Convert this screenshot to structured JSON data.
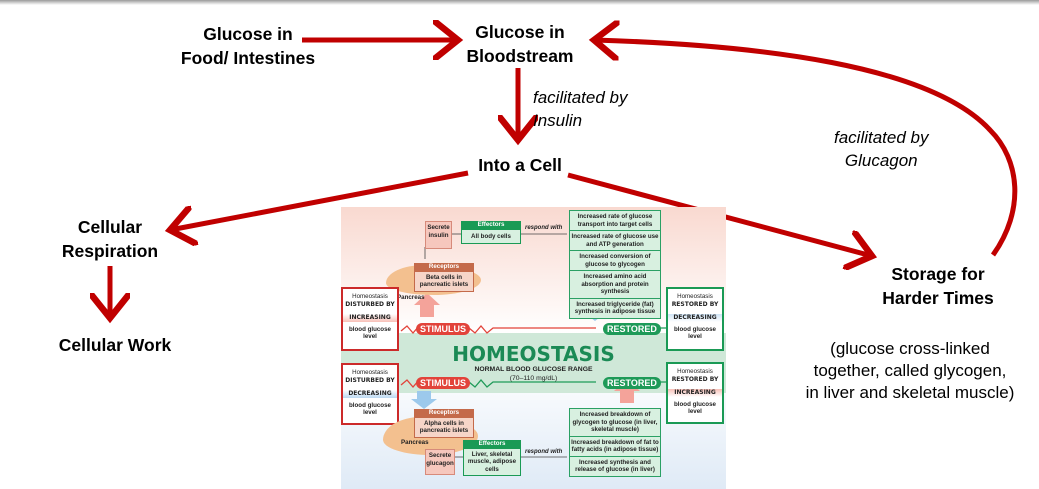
{
  "flow": {
    "glucose_food": "Glucose in\nFood/ Intestines",
    "glucose_food_l1": "Glucose in",
    "glucose_food_l2": "Food/ Intestines",
    "glucose_blood_l1": "Glucose in",
    "glucose_blood_l2": "Bloodstream",
    "insulin_note_l1": "facilitated by",
    "insulin_note_l2": "Insulin",
    "into_cell": "Into a Cell",
    "cell_resp_l1": "Cellular",
    "cell_resp_l2": "Respiration",
    "cell_work": "Cellular Work",
    "glucagon_note_l1": "facilitated by",
    "glucagon_note_l2": "Glucagon",
    "storage_l1": "Storage for",
    "storage_l2": "Harder Times",
    "storage_desc_l1": "(glucose cross-linked",
    "storage_desc_l2": "together, called glycogen,",
    "storage_desc_l3": "in liver and skeletal muscle)"
  },
  "colors": {
    "arrow": "#c00000",
    "stimulus": "#e2433a",
    "restored": "#1e9a58",
    "homeostasis": "#1b8a55"
  },
  "figure": {
    "top": {
      "secrete": "Secrete insulin",
      "effectors_header": "Effectors",
      "effectors_body": "All body cells",
      "respond_with": "respond with",
      "receptors_header": "Receptors",
      "receptors_body": "Beta cells in pancreatic islets",
      "pancreas": "Pancreas",
      "responses": [
        "Increased rate of glucose transport into target cells",
        "Increased rate of glucose use and ATP generation",
        "Increased conversion of glucose to glycogen",
        "Increased amino acid absorption and protein synthesis",
        "Increased triglyceride (fat) synthesis in adipose tissue"
      ],
      "disturbed": {
        "h": "Homeostasis",
        "by": "DISTURBED BY",
        "dir": "INCREASING",
        "what": "blood glucose level"
      },
      "restored": {
        "h": "Homeostasis",
        "by": "RESTORED BY",
        "dir": "DECREASING",
        "what": "blood glucose level"
      }
    },
    "middle": {
      "stimulus": "STIMULUS",
      "restored": "RESTORED",
      "title": "HOMEOSTASIS",
      "subtitle": "NORMAL BLOOD GLUCOSE RANGE",
      "range": "(70–110 mg/dL)"
    },
    "bottom": {
      "disturbed": {
        "h": "Homeostasis",
        "by": "DISTURBED BY",
        "dir": "DECREASING",
        "what": "blood glucose level"
      },
      "restored": {
        "h": "Homeostasis",
        "by": "RESTORED BY",
        "dir": "INCREASING",
        "what": "blood glucose level"
      },
      "receptors_header": "Receptors",
      "receptors_body": "Alpha cells in pancreatic islets",
      "pancreas": "Pancreas",
      "secrete": "Secrete glucagon",
      "effectors_header": "Effectors",
      "effectors_body": "Liver, skeletal muscle, adipose cells",
      "respond_with": "respond with",
      "responses": [
        "Increased breakdown of glycogen to glucose (in liver, skeletal muscle)",
        "Increased breakdown of fat to fatty acids (in adipose tissue)",
        "Increased synthesis and release of glucose (in liver)"
      ]
    }
  }
}
